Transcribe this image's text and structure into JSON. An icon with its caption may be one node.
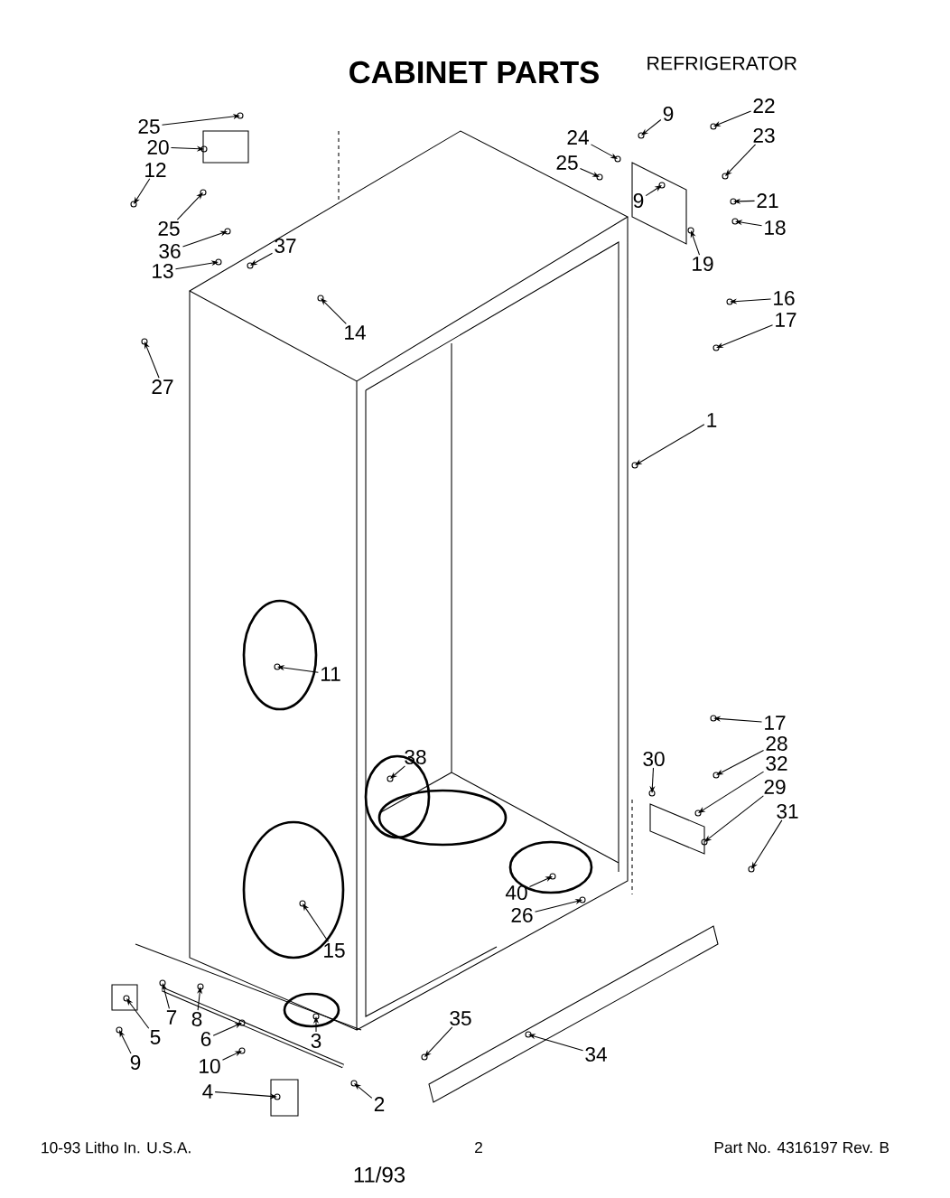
{
  "diagram": {
    "title": "CABINET PARTS",
    "nodes": [
      {
        "text": [
          "25"
        ]
      },
      {
        "text": [
          "20"
        ]
      },
      {
        "text": [
          "12"
        ]
      },
      {
        "text": [
          "25"
        ]
      },
      {
        "text": [
          "36"
        ]
      },
      {
        "text": [
          "13"
        ]
      },
      {
        "text": [
          "37"
        ]
      },
      {
        "text": [
          "14"
        ]
      },
      {
        "text": [
          "27"
        ]
      },
      {
        "text": [
          "9"
        ]
      },
      {
        "text": [
          "22"
        ]
      },
      {
        "text": [
          "24"
        ]
      },
      {
        "text": [
          "23"
        ]
      },
      {
        "text": [
          "25"
        ]
      },
      {
        "text": [
          "9"
        ]
      },
      {
        "text": [
          "21"
        ]
      },
      {
        "text": [
          "18"
        ]
      },
      {
        "text": [
          "19"
        ]
      },
      {
        "text": [
          "16"
        ]
      },
      {
        "text": [
          "17"
        ]
      },
      {
        "text": [
          "1"
        ]
      },
      {
        "text": [
          "11"
        ]
      },
      {
        "text": [
          "17"
        ]
      },
      {
        "text": [
          "28"
        ]
      },
      {
        "text": [
          "30"
        ]
      },
      {
        "text": [
          "32"
        ]
      },
      {
        "text": [
          "38"
        ]
      },
      {
        "text": [
          "29"
        ]
      },
      {
        "text": [
          "31"
        ]
      },
      {
        "text": [
          "40"
        ]
      },
      {
        "text": [
          "26"
        ]
      },
      {
        "text": [
          "15"
        ]
      },
      {
        "text": [
          "7"
        ]
      },
      {
        "text": [
          "8"
        ]
      },
      {
        "text": [
          "5"
        ]
      },
      {
        "text": [
          "6"
        ]
      },
      {
        "text": [
          "3"
        ]
      },
      {
        "text": [
          "9"
        ]
      },
      {
        "text": [
          "35"
        ]
      },
      {
        "text": [
          "10"
        ]
      },
      {
        "text": [
          "34"
        ]
      },
      {
        "text": [
          "4"
        ]
      },
      {
        "text": [
          "2"
        ]
      }
    ],
    "edges": [
      {
        "from": 0,
        "to": null,
        "arrow": "to"
      },
      {
        "from": 1,
        "to": null,
        "arrow": "to"
      },
      {
        "from": 2,
        "to": null,
        "arrow": "to"
      },
      {
        "from": 3,
        "to": null,
        "arrow": "to"
      },
      {
        "from": 4,
        "to": null,
        "arrow": "to"
      },
      {
        "from": 5,
        "to": null,
        "arrow": "to"
      },
      {
        "from": 6,
        "to": null,
        "arrow": "to"
      },
      {
        "from": 7,
        "to": null,
        "arrow": "to"
      },
      {
        "from": 8,
        "to": null,
        "arrow": "to"
      },
      {
        "from": 9,
        "to": null,
        "arrow": "to"
      },
      {
        "from": 10,
        "to": null,
        "arrow": "to"
      },
      {
        "from": 11,
        "to": null,
        "arrow": "to"
      },
      {
        "from": 12,
        "to": null,
        "arrow": "to"
      },
      {
        "from": 13,
        "to": null,
        "arrow": "to"
      },
      {
        "from": 14,
        "to": null,
        "arrow": "to"
      },
      {
        "from": 15,
        "to": null,
        "arrow": "to"
      },
      {
        "from": 16,
        "to": null,
        "arrow": "to"
      },
      {
        "from": 17,
        "to": null,
        "arrow": "to"
      },
      {
        "from": 18,
        "to": null,
        "arrow": "to"
      },
      {
        "from": 19,
        "to": null,
        "arrow": "to"
      },
      {
        "from": 20,
        "to": null,
        "arrow": "to"
      },
      {
        "from": 21,
        "to": null,
        "arrow": "to"
      },
      {
        "from": 22,
        "to": null,
        "arrow": "to"
      },
      {
        "from": 23,
        "to": null,
        "arrow": "to"
      },
      {
        "from": 24,
        "to": null,
        "arrow": "to"
      },
      {
        "from": 25,
        "to": null,
        "arrow": "to"
      },
      {
        "from": 26,
        "to": null,
        "arrow": "to"
      },
      {
        "from": 27,
        "to": null,
        "arrow": "to"
      },
      {
        "from": 28,
        "to": null,
        "arrow": "to"
      },
      {
        "from": 29,
        "to": null,
        "arrow": "to"
      },
      {
        "from": 30,
        "to": null,
        "arrow": "to"
      },
      {
        "from": 31,
        "to": null,
        "arrow": "to"
      },
      {
        "from": 32,
        "to": null,
        "arrow": "to"
      },
      {
        "from": 33,
        "to": null,
        "arrow": "to"
      },
      {
        "from": 34,
        "to": null,
        "arrow": "to"
      },
      {
        "from": 35,
        "to": null,
        "arrow": "to"
      },
      {
        "from": 36,
        "to": null,
        "arrow": "to"
      },
      {
        "from": 37,
        "to": null,
        "arrow": "to"
      },
      {
        "from": 38,
        "to": null,
        "arrow": "to"
      },
      {
        "from": 39,
        "to": null,
        "arrow": "to"
      },
      {
        "from": 40,
        "to": null,
        "arrow": "to"
      },
      {
        "from": 41,
        "to": null,
        "arrow": "to"
      },
      {
        "from": 42,
        "to": null,
        "arrow": "to"
      }
    ],
    "labels": [
      "REFRIGERATOR",
      "10-93 Litho In. U.S.A.",
      "2",
      "Part No. 4316197 Rev. B",
      "11/93"
    ]
  }
}
